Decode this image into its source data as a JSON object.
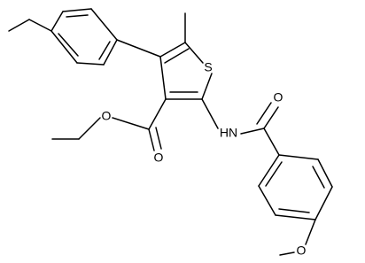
{
  "molecule": {
    "atoms": {
      "sulfur": "S",
      "ester_carbonyl_oxygen": "O",
      "ester_ether_oxygen": "O",
      "amide_nitrogen": "HN",
      "amide_oxygen": "O",
      "methoxy_oxygen": "O"
    }
  },
  "colors": {
    "background": "#ffffff",
    "bond": "#000000",
    "label": "#000000"
  }
}
